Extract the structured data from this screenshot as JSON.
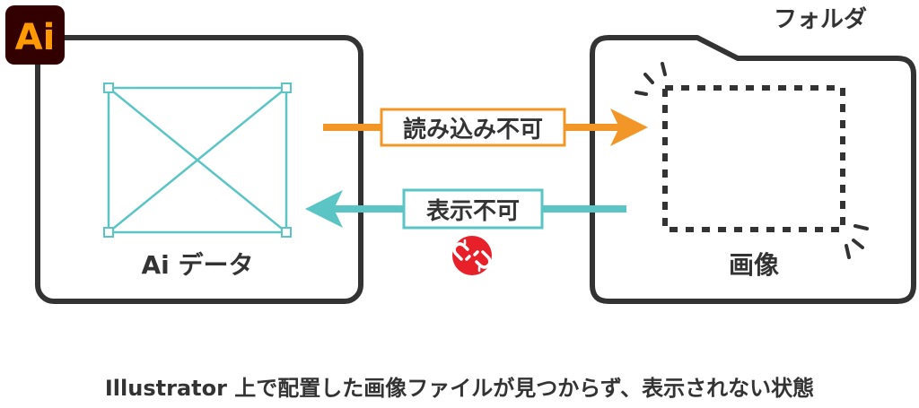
{
  "app_logo": {
    "text": "Ai",
    "bg_color": "#330000",
    "fg_color": "#FF9A00"
  },
  "left_box": {
    "caption": "Ai データ",
    "frame_color": "#5BC4C4",
    "border_color": "#333333"
  },
  "right_box": {
    "folder_label": "フォルダ",
    "caption": "画像",
    "border_color": "#333333"
  },
  "arrows": {
    "load": {
      "label": "読み込み不可",
      "color": "#F29727"
    },
    "display": {
      "label": "表示不可",
      "color": "#5BC4C4"
    }
  },
  "broken_link": {
    "icon": "broken-link-icon",
    "color": "#E8202A"
  },
  "caption": "Illustrator 上で配置した画像ファイルが見つからず、表示されない状態"
}
